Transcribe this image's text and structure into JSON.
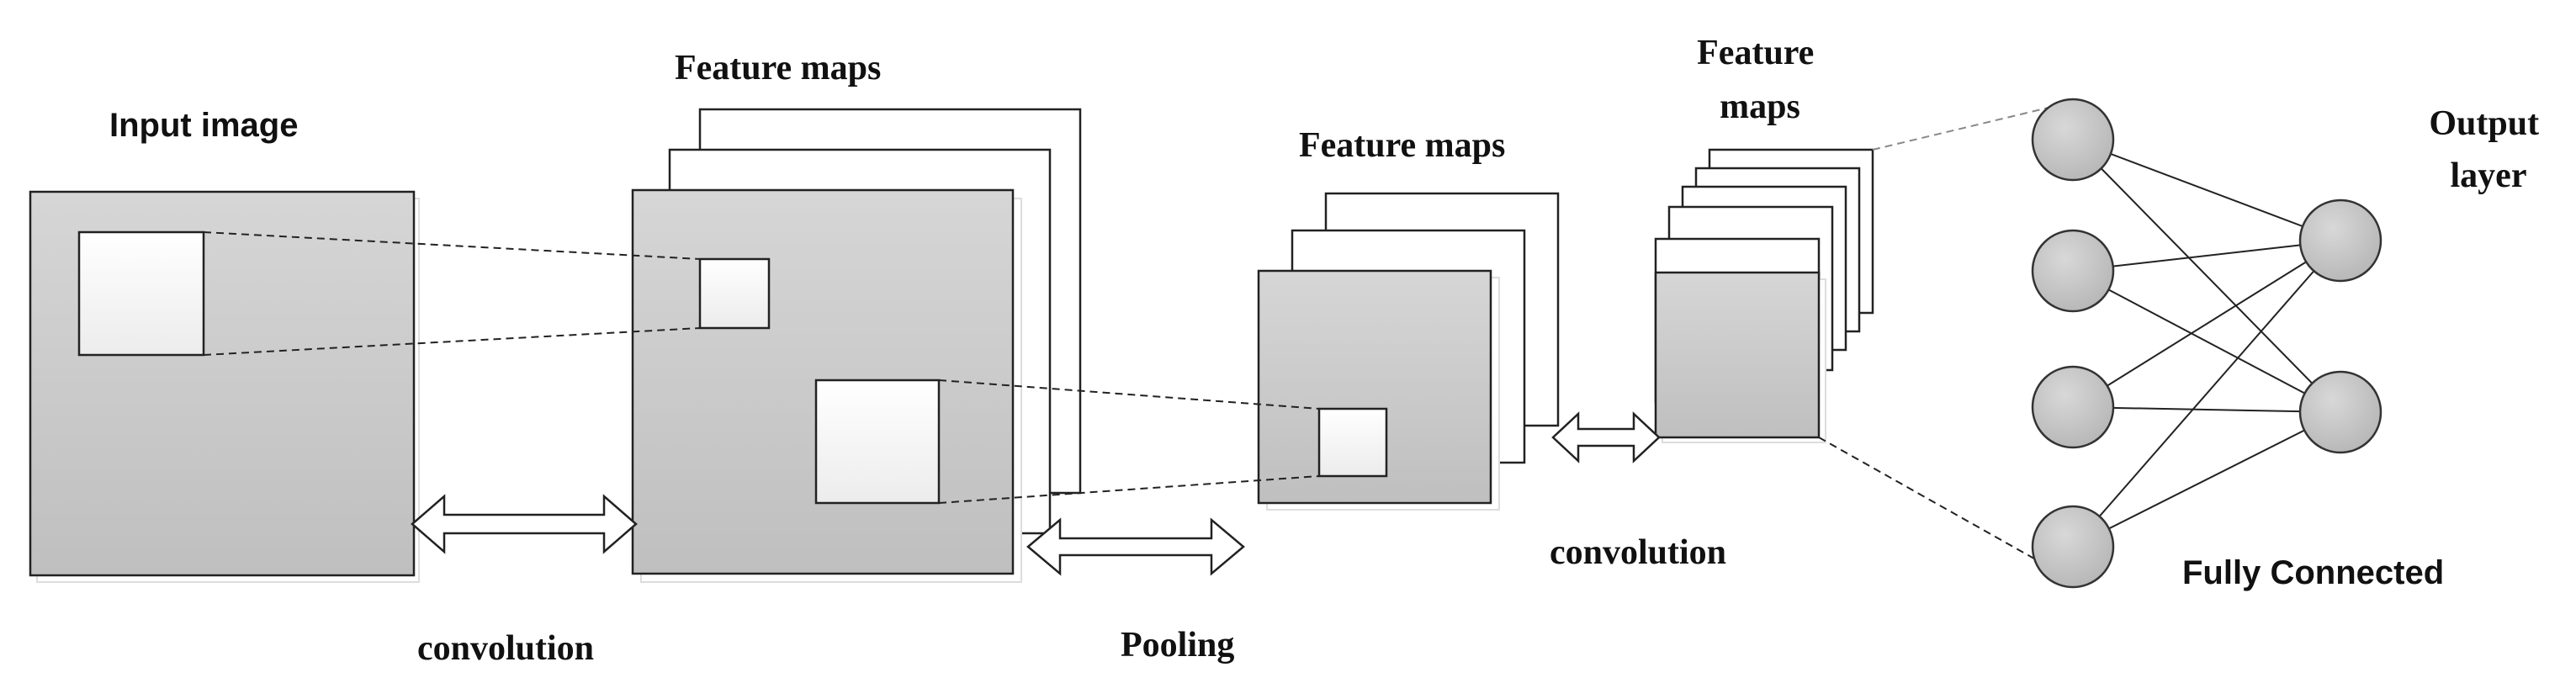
{
  "labels": {
    "input_image": "Input  image",
    "feature_maps_1": "Feature maps",
    "feature_maps_2": "Feature maps",
    "feature_maps_3_line1": "Feature",
    "feature_maps_3_line2": "maps",
    "output_layer_line1": "Output",
    "output_layer_line2": "layer",
    "convolution_1": "convolution",
    "pooling": "Pooling",
    "convolution_2": "convolution",
    "fully_connected": "Fully Connected"
  },
  "fully_connected": {
    "input_nodes": 4,
    "output_nodes": 2
  },
  "colors": {
    "panel_fill": "#d0d0d0",
    "window_fill": "#f8f8f8",
    "node_fill": "#c4c4c4",
    "stroke": "#222222"
  }
}
